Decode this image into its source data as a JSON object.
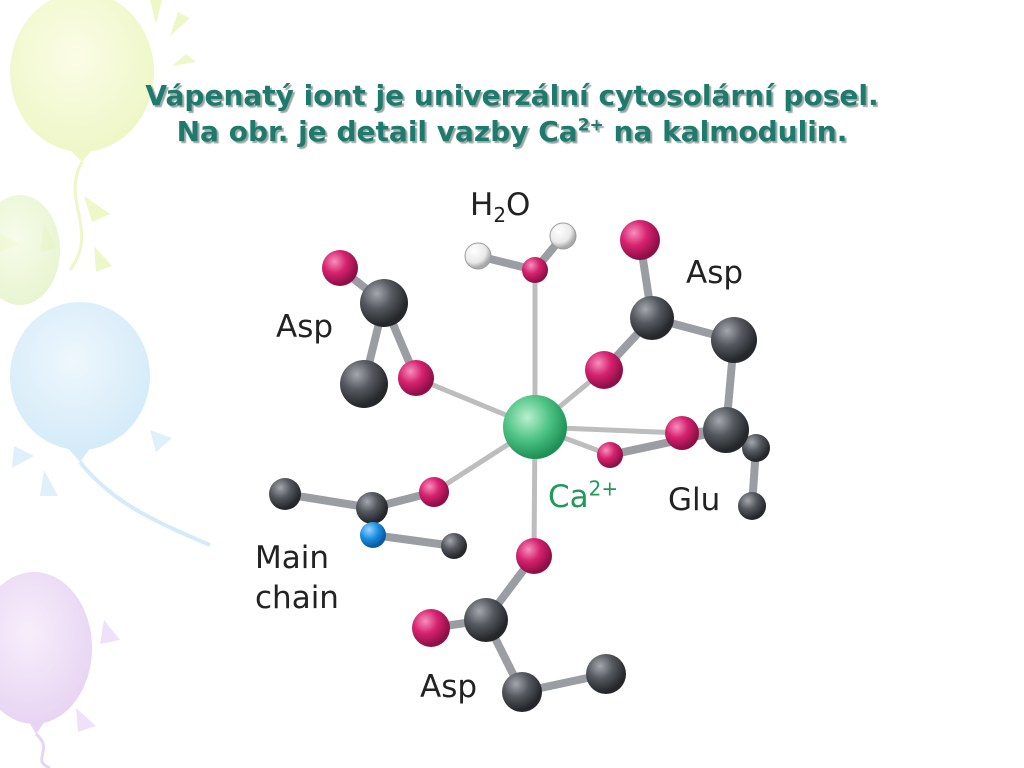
{
  "slide": {
    "title_line1": "Vápenatý iont je univerzální cytosolární posel.",
    "title_line2_pre": "Na obr. je detail vazby Ca",
    "title_line2_sup": "2+",
    "title_line2_post": " na kalmodulin."
  },
  "labels": {
    "water_h": "H",
    "water_sub": "2",
    "water_o": "O",
    "asp_top_left": "Asp",
    "asp_top_right": "Asp",
    "asp_bottom": "Asp",
    "glu": "Glu",
    "calcium": "Ca",
    "calcium_charge": "2+",
    "main_chain_line1": "Main",
    "main_chain_line2": "chain"
  },
  "colors": {
    "title": "#1e7a6c",
    "calcium": "#1f9a5a",
    "oxygen": "#d4216e",
    "carbon": "#4a4d52",
    "hydrogen": "#f2f2f2",
    "nitrogen": "#1d8ee0",
    "bond": "#c8c8c8"
  },
  "decorations": [
    "balloon-yellow",
    "balloon-green",
    "balloon-blue",
    "balloon-purple",
    "sun-rays"
  ]
}
